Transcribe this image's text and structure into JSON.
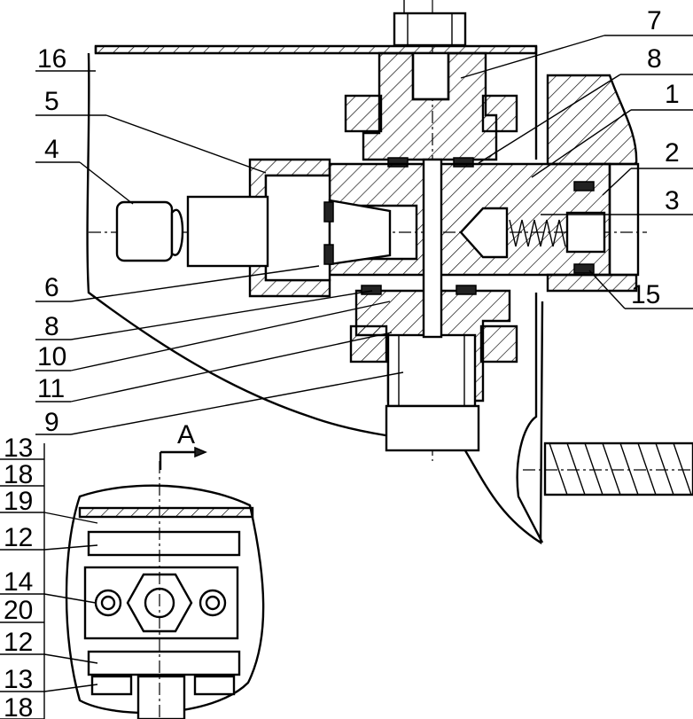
{
  "drawing": {
    "section_mark": "A",
    "callouts": [
      {
        "id": "c7",
        "text": "7"
      },
      {
        "id": "c8a",
        "text": "8"
      },
      {
        "id": "c16",
        "text": "16"
      },
      {
        "id": "c1",
        "text": "1"
      },
      {
        "id": "c5",
        "text": "5"
      },
      {
        "id": "c4",
        "text": "4"
      },
      {
        "id": "c2",
        "text": "2"
      },
      {
        "id": "c3",
        "text": "3"
      },
      {
        "id": "c6",
        "text": "6"
      },
      {
        "id": "c15",
        "text": "15"
      },
      {
        "id": "c8b",
        "text": "8"
      },
      {
        "id": "c10",
        "text": "10"
      },
      {
        "id": "c11",
        "text": "11"
      },
      {
        "id": "c9",
        "text": "9"
      },
      {
        "id": "c13a",
        "text": "13"
      },
      {
        "id": "c18a",
        "text": "18"
      },
      {
        "id": "c19",
        "text": "19"
      },
      {
        "id": "c12a",
        "text": "12"
      },
      {
        "id": "c14",
        "text": "14"
      },
      {
        "id": "c20",
        "text": "20"
      },
      {
        "id": "c12b",
        "text": "12"
      },
      {
        "id": "c13b",
        "text": "13"
      },
      {
        "id": "c18b",
        "text": "18"
      }
    ]
  }
}
